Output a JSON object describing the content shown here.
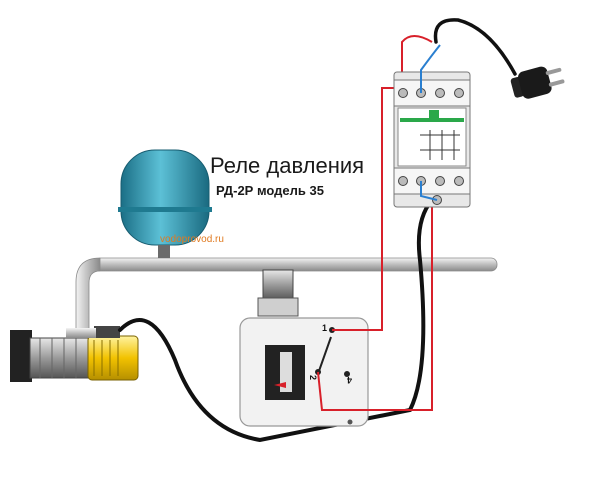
{
  "diagram": {
    "title": "Реле давления",
    "subtitle": "РД-2Р модель 35",
    "watermark": "vodoprovod.ru",
    "terminals": {
      "t1": "1",
      "t2": "2",
      "t4": "4"
    }
  },
  "colors": {
    "live_wire": "#d8202a",
    "neutral_wire": "#2a7fd0",
    "cable": "#111111",
    "tank": "#2a8fa8",
    "pump_body": "#f2c200",
    "pipe": "#c8c8c8"
  }
}
